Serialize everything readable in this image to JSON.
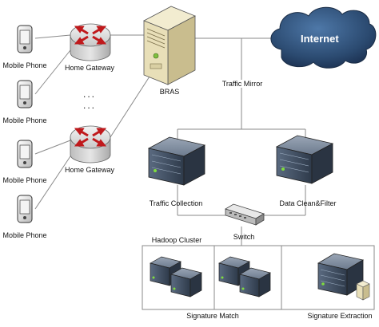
{
  "labels": {
    "mobile_phone": "Mobile Phone",
    "home_gateway": "Home Gateway",
    "bras": "BRAS",
    "internet": "Internet",
    "traffic_mirror": "Traffic Mirror",
    "traffic_collection": "Traffic Collection",
    "data_clean_filter": "Data Clean&Filter",
    "switch": "Switch",
    "hadoop_cluster": "Hadoop Cluster",
    "signature_match": "Signature Match",
    "signature_extraction": "Signature Extraction",
    "ellipsis": "..."
  },
  "colors": {
    "line": "#8a8a8a",
    "router_body": "#d9d9d9",
    "router_arrow": "#c0191c",
    "server_tan": "#e8dfb8",
    "rack_dark": "#3d4a5c",
    "cloud": "#2d4d73"
  }
}
